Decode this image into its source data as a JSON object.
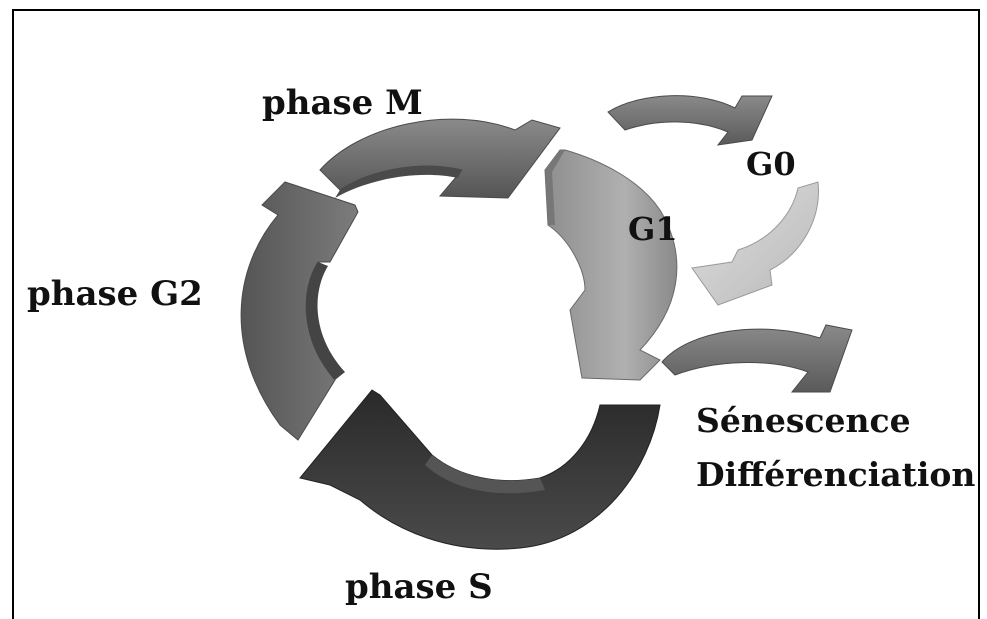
{
  "labels": {
    "phase_m": "phase M",
    "phase_g2": "phase G2",
    "phase_s": "phase S",
    "g1": "G1",
    "g0": "G0",
    "senescence": "Sénescence",
    "differenciation": "Différenciation"
  },
  "colors": {
    "phase_m": "#6e6e6e",
    "phase_g2": "#6a6a6a",
    "phase_s": "#3a3a3a",
    "g1": "#999999",
    "g0_arrow": "#6a6a6a",
    "return_arrow": "#c8c8c8",
    "senescence_arrow": "#6a6a6a"
  }
}
